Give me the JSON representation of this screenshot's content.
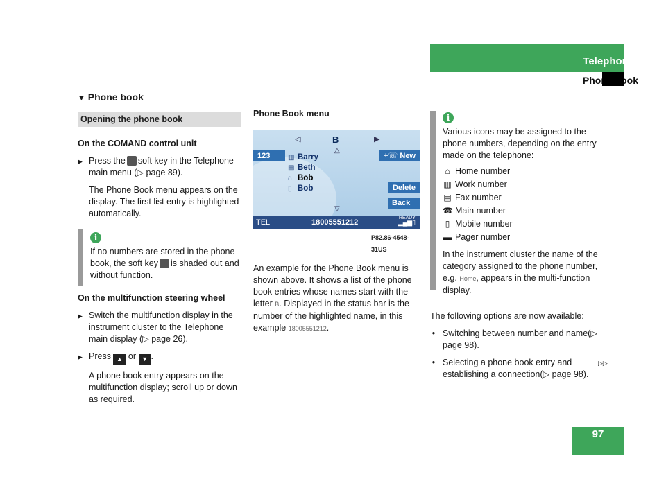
{
  "header": {
    "title": "Telephone*",
    "subtitle": "Phone book"
  },
  "page_number": "97",
  "section_title": "Phone book",
  "col1": {
    "bar": "Opening the phone book",
    "heading1": "On the COMAND control unit",
    "step1_pre": "Press the",
    "step1_post": "soft key in the Telephone main menu (▷ page 89).",
    "step1_result": "The Phone Book menu appears on the display. The first list entry is highlighted automatically.",
    "note_pre": "If no numbers are stored in the phone book, the soft key",
    "note_post": "is shaded out and without function.",
    "heading2": "On the multifunction steering wheel",
    "step2": "Switch the multifunction display in the instrument cluster to the Telephone main display (▷ page 26).",
    "step3_pre": "Press",
    "step3_or": "or",
    "step3_end": ".",
    "step3_result": "A phone book entry appears on the multifunction display; scroll up or down as required."
  },
  "col2": {
    "heading": "Phone Book menu",
    "screen": {
      "letter": "B",
      "btn_123": "123",
      "btn_new": "New",
      "btn_delete": "Delete",
      "btn_back": "Back",
      "entries": [
        "Barry",
        "Beth",
        "Bob",
        "Bob"
      ],
      "status_label": "TEL",
      "status_number": "18005551212",
      "status_ready": "READY"
    },
    "caption": "P82.86-4548-31US",
    "para_pre": "An example for the Phone Book menu is shown above. It shows a list of the phone book entries whose names start with the letter",
    "para_letter": "B",
    "para_mid": ". Displayed in the status bar is the number of the highlighted name, in this example",
    "para_number": "18005551212",
    "para_end": "."
  },
  "col3": {
    "info_intro": "Various icons may be assigned to the phone numbers, depending on the entry made on the telephone:",
    "icons": [
      {
        "icon": "home-icon",
        "label": "Home number"
      },
      {
        "icon": "work-icon",
        "label": "Work number"
      },
      {
        "icon": "fax-icon",
        "label": "Fax number"
      },
      {
        "icon": "main-phone-icon",
        "label": "Main number"
      },
      {
        "icon": "mobile-icon",
        "label": "Mobile number"
      },
      {
        "icon": "pager-icon",
        "label": "Pager number"
      }
    ],
    "info_outro_pre": "In the instrument cluster the name of the category assigned to the phone number, e.g.",
    "info_outro_word": "Home",
    "info_outro_post": ", appears in the multi-function display.",
    "options_intro": "The following options are now available:",
    "options": [
      "Switching between number and name(▷ page 98).",
      "Selecting a phone book entry and establishing a connection(▷ page 98)."
    ],
    "continue": "▷▷"
  },
  "colors": {
    "accent": "#3ea65a",
    "screen_bg": "#b9d6ec",
    "screen_btn": "#2f6fb1"
  }
}
